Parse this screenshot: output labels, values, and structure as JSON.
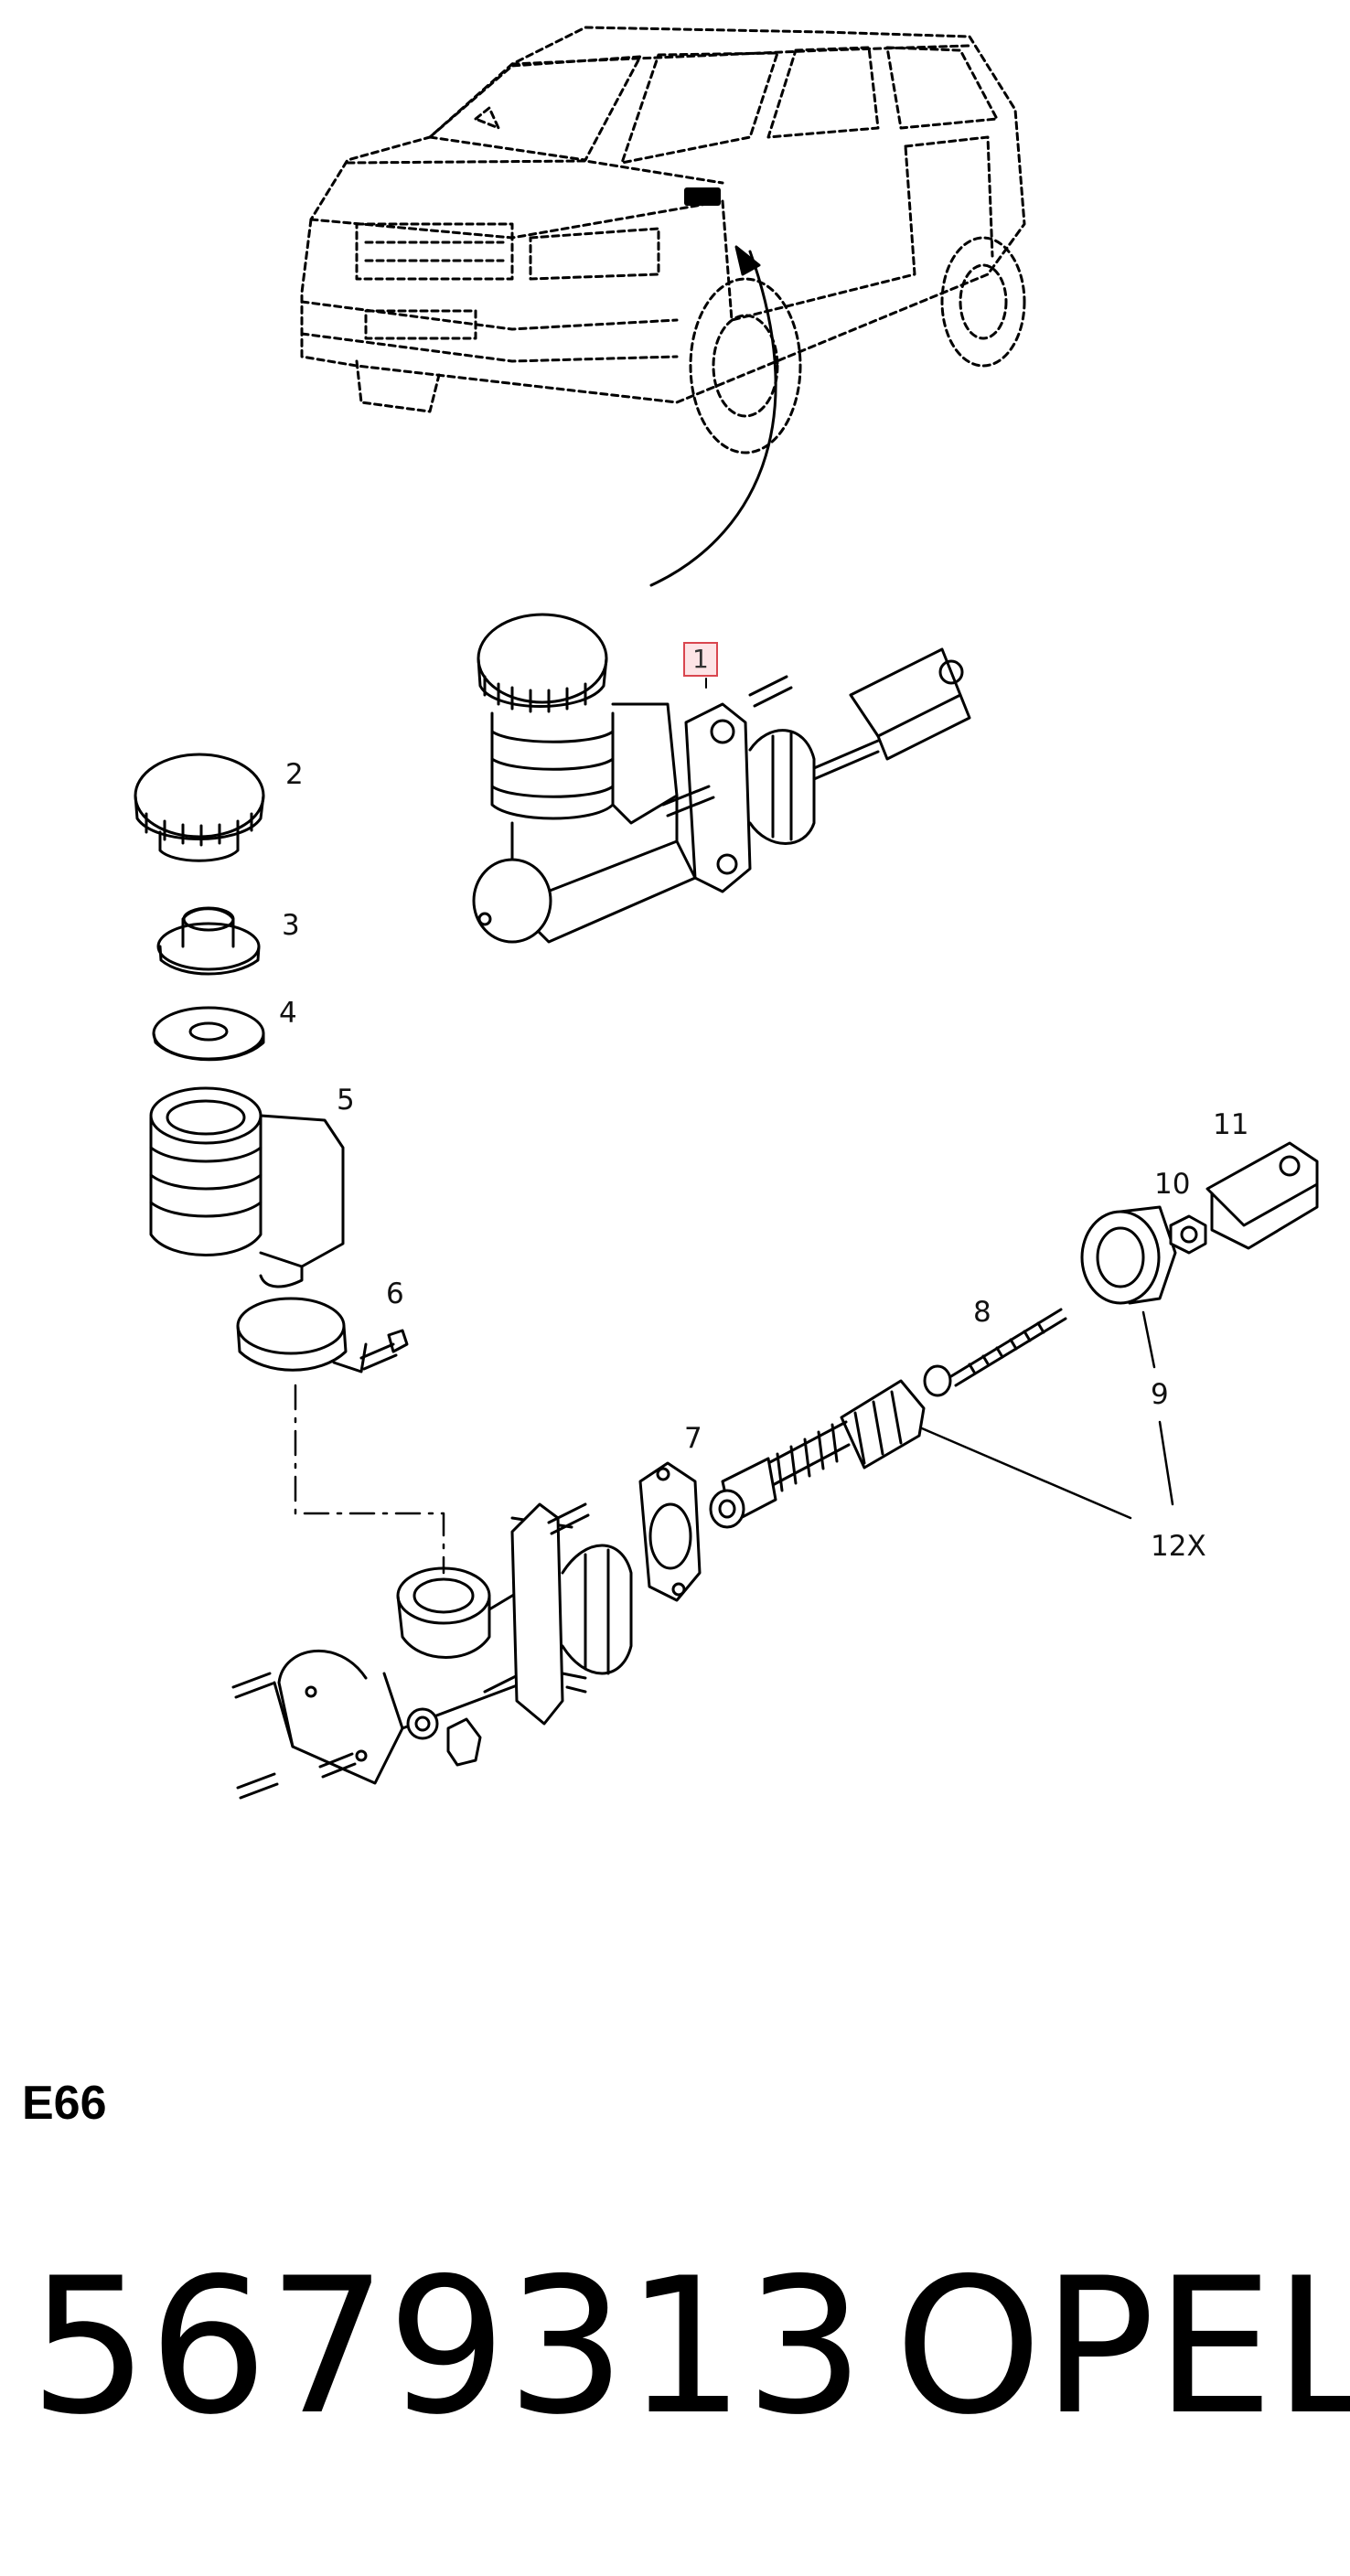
{
  "callouts": {
    "c1": "1",
    "c2": "2",
    "c3": "3",
    "c4": "4",
    "c5": "5",
    "c6": "6",
    "c7": "7",
    "c8": "8",
    "c9": "9",
    "c10": "10",
    "c11": "11",
    "c12": "12X"
  },
  "footer": {
    "section_code": "E66",
    "part_number": "5679313",
    "brand": "OPEL"
  }
}
